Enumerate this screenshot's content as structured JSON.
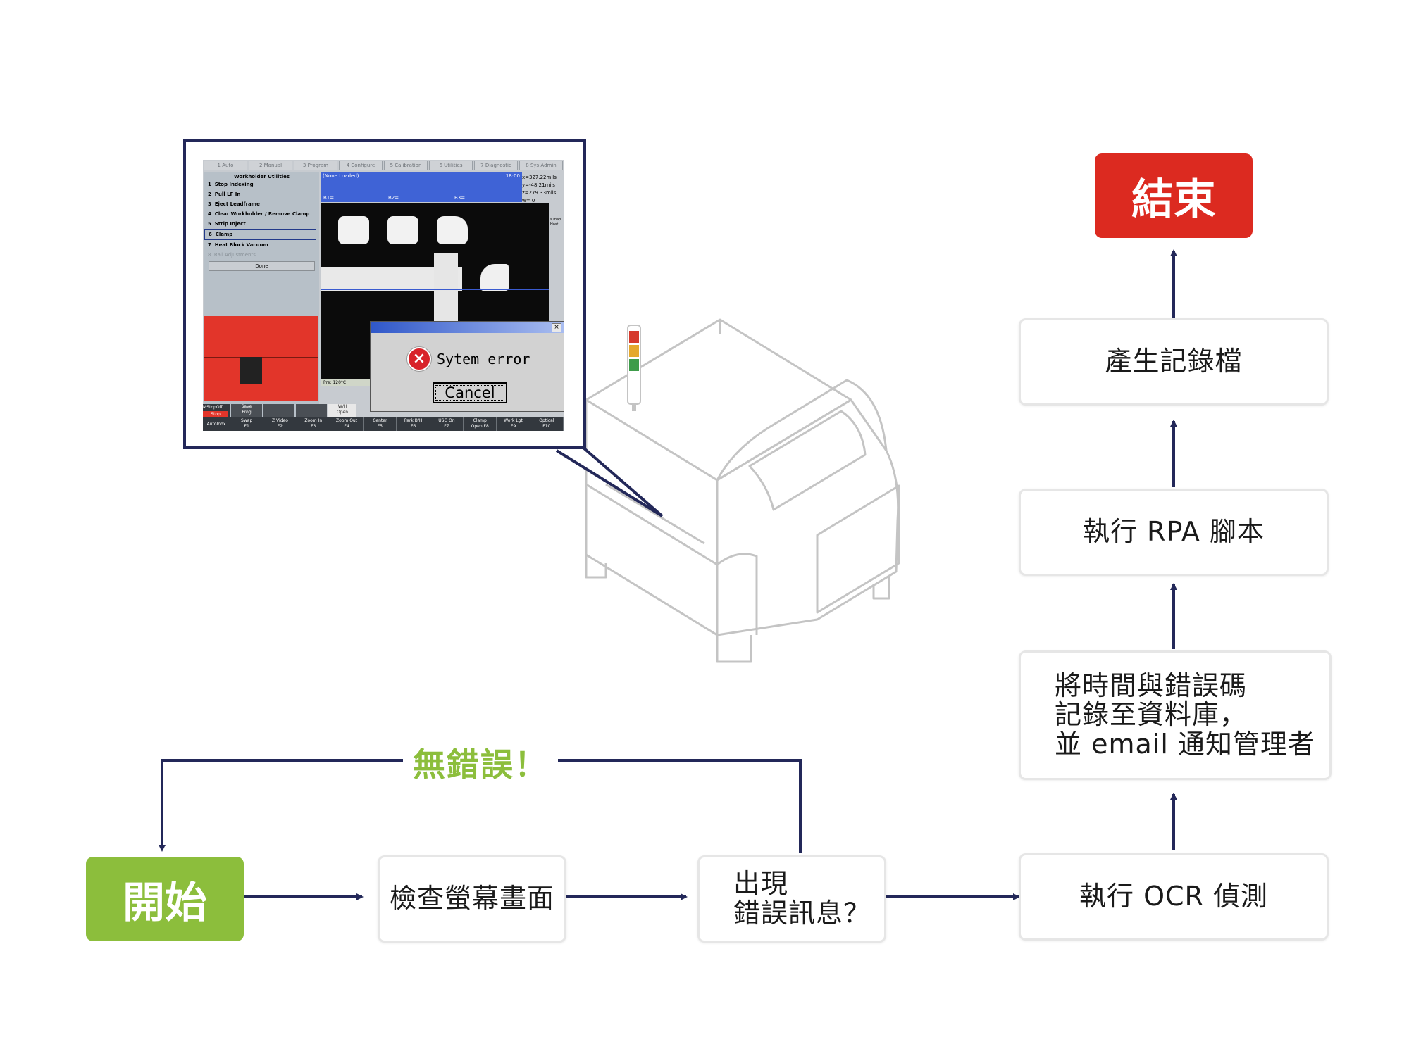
{
  "flow": {
    "start": "開始",
    "check_screen": "檢查螢幕畫面",
    "error_question": "出現\n錯誤訊息？",
    "no_error": "無錯誤！",
    "ocr": "執行 OCR 偵測",
    "record": "將時間與錯誤碼\n記錄至資料庫，\n並 email 通知管理者",
    "rpa": "執行 RPA 腳本",
    "log": "產生記錄檔",
    "end": "結束"
  },
  "hmi": {
    "tabs": [
      "1 Auto",
      "2 Manual",
      "3 Program",
      "4 Configure",
      "5 Calibration",
      "6 Utilities",
      "7 Diagnostic",
      "8 Sys Admin"
    ],
    "panel_title": "Workholder Utilities",
    "menu": [
      {
        "num": "1",
        "label": "Stop Indexing"
      },
      {
        "num": "2",
        "label": "Pull LF In"
      },
      {
        "num": "3",
        "label": "Eject Leadframe"
      },
      {
        "num": "4",
        "label": "Clear Workholder / Remove Clamp"
      },
      {
        "num": "5",
        "label": "Strip Inject"
      },
      {
        "num": "6",
        "label": "Clamp"
      },
      {
        "num": "7",
        "label": "Heat Block Vacuum"
      },
      {
        "num": "8",
        "label": "Rail Adjustments"
      }
    ],
    "done": "Done",
    "none_loaded": "(None Loaded)",
    "time": "18:00",
    "coords": [
      "x=327.22mils",
      "y=-48.21mils",
      "z=279.33mils",
      "w=    0"
    ],
    "b_labels": [
      "B1=",
      "B2=",
      "B3="
    ],
    "pre_temp": "Pre:  120°C",
    "side_labels": [
      "s.map",
      "Host"
    ],
    "dialog_text": "Sytem error",
    "dialog_button": "Cancel",
    "row2": {
      "mstop": "MStopOff",
      "stop": "Stop",
      "autoindx": "AutoIndx",
      "save": "Save\nProg",
      "wh": "W/H\nOpen"
    },
    "fkeys": [
      "Swap\nF1",
      "Z Video\nF2",
      "Zoom In\nF3",
      "Zoom Out\nF4",
      "Center\nF5",
      "Park B/H\nF6",
      "USG On\nF7",
      "Clamp\nOpen F8",
      "Work Lgt\nF9",
      "Optical\nF10"
    ]
  },
  "colors": {
    "start_green": "#8cbe3c",
    "end_red": "#dc2a20",
    "arrow_navy": "#232859",
    "no_error_green": "#8cbe3c"
  }
}
